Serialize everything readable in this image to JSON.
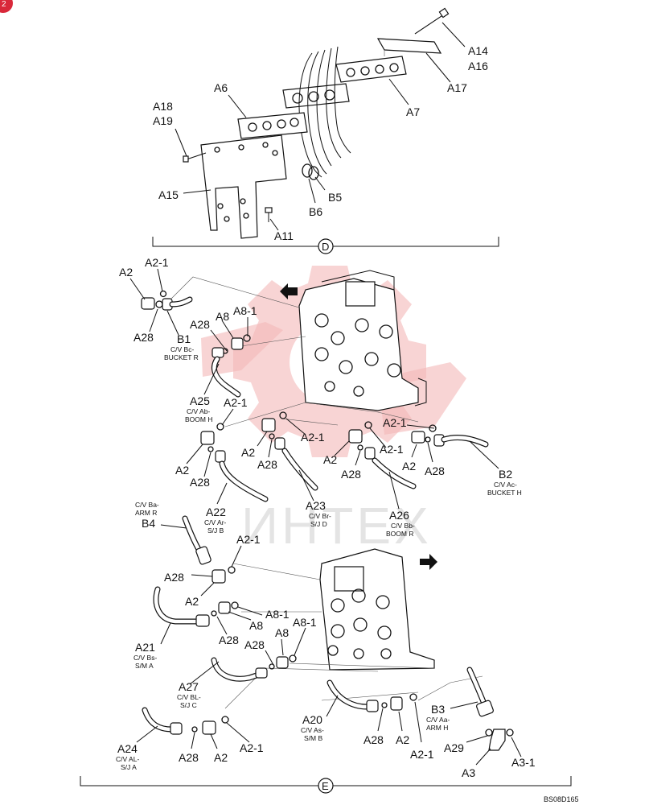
{
  "page_marker": "2",
  "watermark_text": "ИНТЕХ",
  "drawing_code": "BS08D165",
  "views": {
    "upper": "D",
    "lower": "E"
  },
  "labels": {
    "A14": "A14",
    "A16": "A16",
    "A17": "A17",
    "A7": "A7",
    "A6": "A6",
    "A18": "A18",
    "A19": "A19",
    "A15": "A15",
    "A11": "A11",
    "B5": "B5",
    "B6": "B6",
    "s2_A2_a": "A2",
    "s2_A21_a": "A2-1",
    "s2_A28_a": "A28",
    "s2_B1": "B1",
    "s2_B1_sub1": "C/V Bc-",
    "s2_B1_sub2": "BUCKET R",
    "s2_A28_b": "A28",
    "s2_A8_a": "A8",
    "s2_A81_a": "A8-1",
    "s2_A25": "A25",
    "s2_A25_sub1": "C/V Ab-",
    "s2_A25_sub2": "BOOM H",
    "s2_A21_b": "A2-1",
    "s2_A2_b": "A2",
    "s2_A28_c": "A28",
    "s2_A2_c": "A2",
    "s2_A21_c": "A2-1",
    "s2_A28_d": "A28",
    "s2_A2_d": "A2",
    "s2_A21_d": "A2-1",
    "s2_A28_e": "A28",
    "s2_A21_e": "A2-1",
    "s2_A2_e": "A2",
    "s2_A28_f": "A28",
    "s2_B2": "B2",
    "s2_B2_sub1": "C/V Ac-",
    "s2_B2_sub2": "BUCKET H",
    "s2_A22": "A22",
    "s2_A22_sub1": "C/V Ar-",
    "s2_A22_sub2": "S/J B",
    "s2_A23": "A23",
    "s2_A23_sub1": "C/V Br-",
    "s2_A23_sub2": "S/J D",
    "s2_A26": "A26",
    "s2_A26_sub1": "C/V Bb-",
    "s2_A26_sub2": "BOOM R",
    "s3_B4": "B4",
    "s3_B4_sub1": "C/V Ba-",
    "s3_B4_sub2": "ARM R",
    "s3_A21_a": "A2-1",
    "s3_A28_a": "A28",
    "s3_A2_a": "A2",
    "s3_A81_a": "A8-1",
    "s3_A8_a": "A8",
    "s3_A28_b": "A28",
    "s3_A21": "A21",
    "s3_A21_sub1": "C/V Bs-",
    "s3_A21_sub2": "S/M A",
    "s3_A28_c": "A28",
    "s3_A8_b": "A8",
    "s3_A81_b": "A8-1",
    "s3_A27": "A27",
    "s3_A27_sub1": "C/V BL-",
    "s3_A27_sub2": "S/J C",
    "s3_A20": "A20",
    "s3_A20_sub1": "C/V As-",
    "s3_A20_sub2": "S/M B",
    "s3_B3": "B3",
    "s3_B3_sub1": "C/V Aa-",
    "s3_B3_sub2": "ARM H",
    "s3_A24": "A24",
    "s3_A24_sub1": "C/V AL-",
    "s3_A24_sub2": "S/J A",
    "s3_A28_d": "A28",
    "s3_A2_b": "A2",
    "s3_A21_b": "A2-1",
    "s3_A28_e": "A28",
    "s3_A2_c": "A2",
    "s3_A21_c": "A2-1",
    "s3_A29": "A29",
    "s3_A3": "A3",
    "s3_A31": "A3-1"
  }
}
